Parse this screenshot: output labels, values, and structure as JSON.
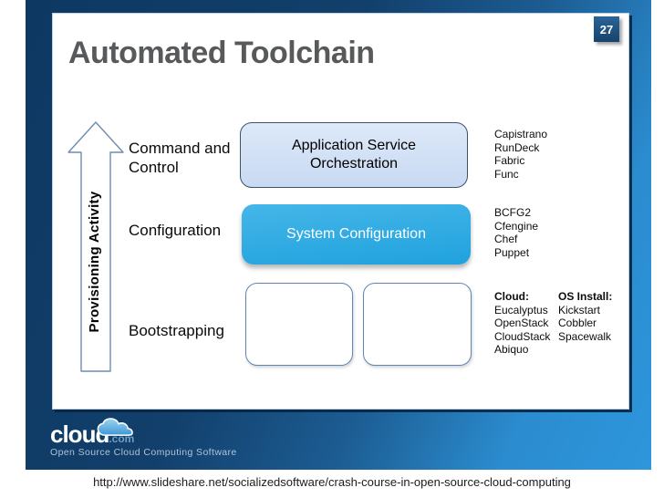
{
  "slide": {
    "page_number": "27",
    "title": "Automated Toolchain",
    "axis_label": "Provisioning Activity",
    "rows": [
      {
        "label": "Command and Control"
      },
      {
        "label": "Configuration"
      },
      {
        "label": "Bootstrapping"
      }
    ],
    "boxes": {
      "app_orchestration": "Application Service Orchestration",
      "system_configuration": "System Configuration"
    },
    "tool_lists": {
      "command_control": [
        "Capistrano",
        "RunDeck",
        "Fabric",
        "Func"
      ],
      "configuration": [
        "BCFG2",
        "Cfengine",
        "Chef",
        "Puppet"
      ],
      "cloud": {
        "header": "Cloud:",
        "items": [
          "Eucalyptus",
          "OpenStack",
          "CloudStack",
          "Abiquo"
        ]
      },
      "os_install": {
        "header": "OS Install:",
        "items": [
          "Kickstart",
          "Cobbler",
          "Spacewalk"
        ]
      }
    },
    "footer": {
      "logo_main": "cloud",
      "logo_suffix": ".com",
      "logo_icon": "cloud-icon",
      "tagline": "Open Source Cloud Computing Software"
    }
  },
  "page": {
    "source_url": "http://www.slideshare.net/socializedsoftware/crash-course-in-open-source-cloud-computing"
  },
  "colors": {
    "frame_navy": "#123f6b",
    "frame_bright_blue": "#2e96dc",
    "app_box_fill": "#cfdff5",
    "system_box_fill": "#29a9e2",
    "title_gray": "#58595b",
    "box_border_blue": "#5f86b4"
  }
}
